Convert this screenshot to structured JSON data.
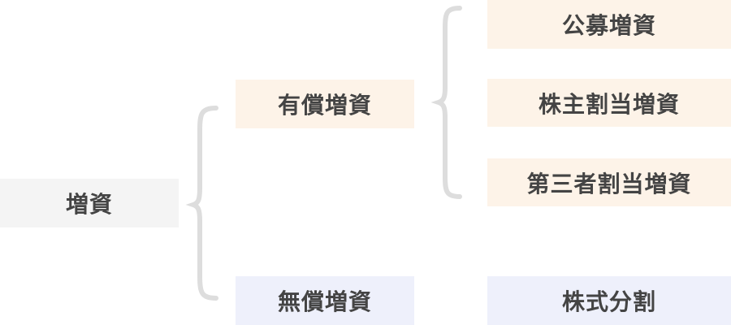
{
  "root": {
    "label": "増資"
  },
  "branches": [
    {
      "label": "有償増資",
      "children": [
        "公募増資",
        "株主割当増資",
        "第三者割当増資"
      ]
    },
    {
      "label": "無償増資",
      "children": [
        "株式分割"
      ]
    }
  ],
  "colors": {
    "root": "#f4f4f4",
    "paid": "#fdf3e8",
    "free": "#eef0fb",
    "brace": "#dddddd",
    "text": "#444444"
  }
}
